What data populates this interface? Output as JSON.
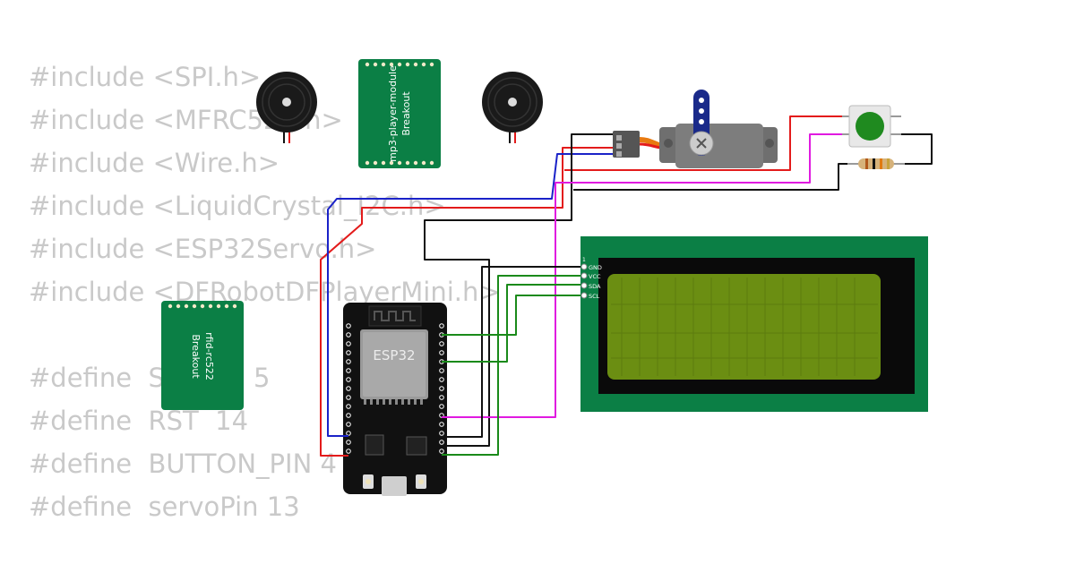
{
  "code_lines": [
    "#include <SPI.h>",
    "#include <MFRC522.h>",
    "#include <Wire.h>",
    "#include <LiquidCrystal_I2C.h>",
    "#include <ESP32Servo.h>",
    "#include <DFRobotDFPlayerMini.h>",
    "",
    "#define  SS_PIN  5",
    "#define  RST  14",
    "#define  BUTTON_PIN 4",
    "#define  servoPin 13"
  ],
  "components": {
    "mp3_module": {
      "line1": "mp3-player-module",
      "line2": "Breakout"
    },
    "rfid_module": {
      "line1": "rfid-rc522",
      "line2": "Breakout"
    },
    "esp32": {
      "label": "ESP32"
    },
    "lcd": {
      "corner_pin": "1",
      "pins": [
        "GND",
        "VCC",
        "SDA",
        "SCL"
      ]
    }
  },
  "colors": {
    "pcb_green": "#0b7f45",
    "lcd_screen": "#6b8e12",
    "wire_red": "#e31b1b",
    "wire_blue": "#1a22c8",
    "wire_black": "#111111",
    "wire_green": "#1a8a1a",
    "wire_magenta": "#e01ae0",
    "button_cap": "#1f8a1f"
  }
}
